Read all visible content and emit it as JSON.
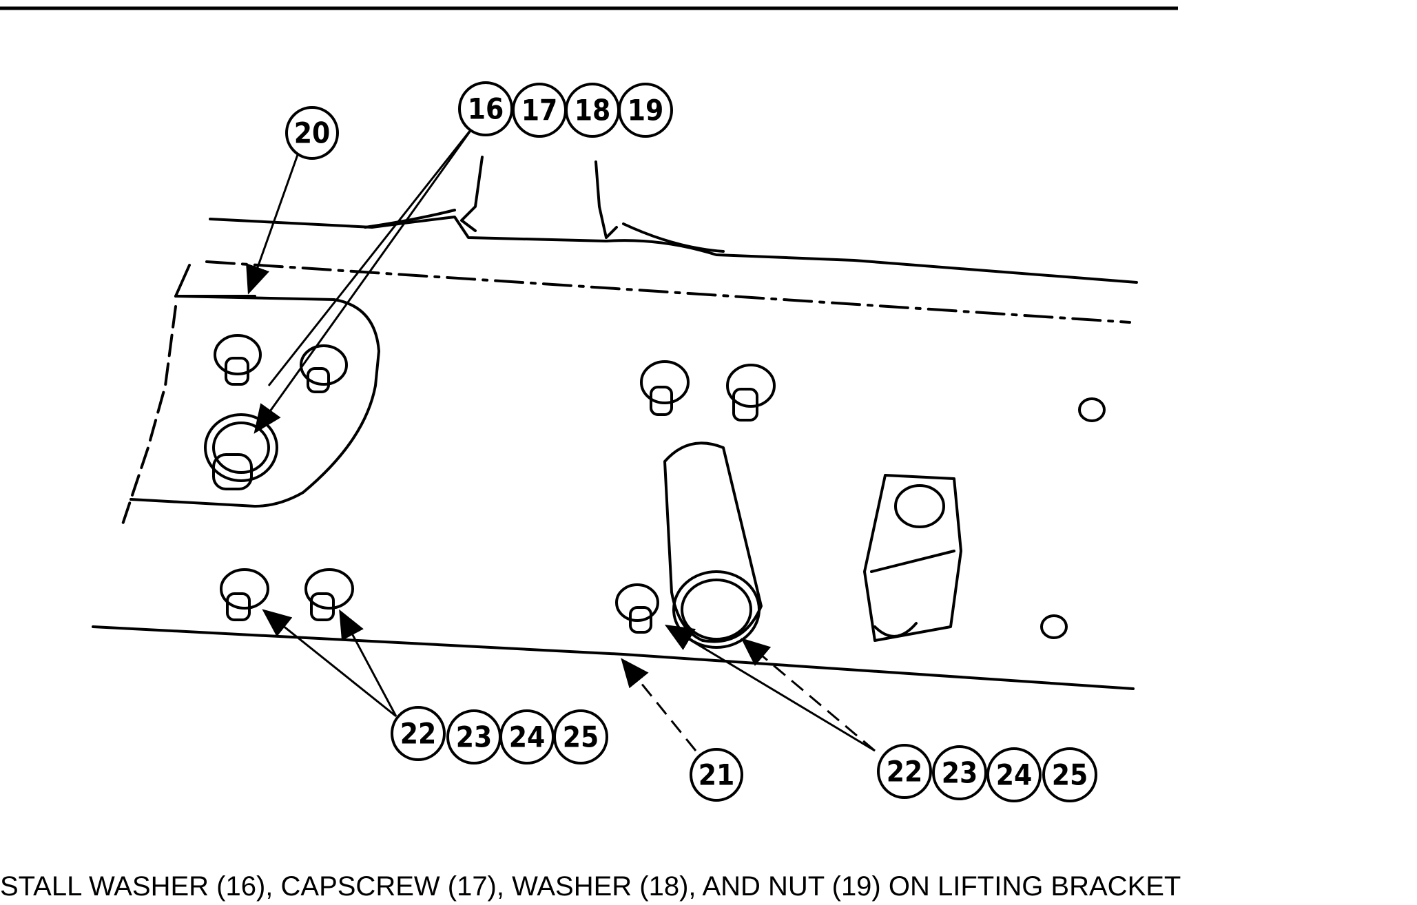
{
  "figure": {
    "callouts": {
      "c16": "16",
      "c17": "17",
      "c18": "18",
      "c19": "19",
      "c20": "20",
      "c21": "21",
      "l22": "22",
      "l23": "23",
      "l24": "24",
      "l25": "25",
      "r22": "22",
      "r23": "23",
      "r24": "24",
      "r25": "25"
    },
    "caption": "STALL WASHER (16), CAPSCREW (17), WASHER (18), AND NUT (19) ON LIFTING BRACKET"
  }
}
